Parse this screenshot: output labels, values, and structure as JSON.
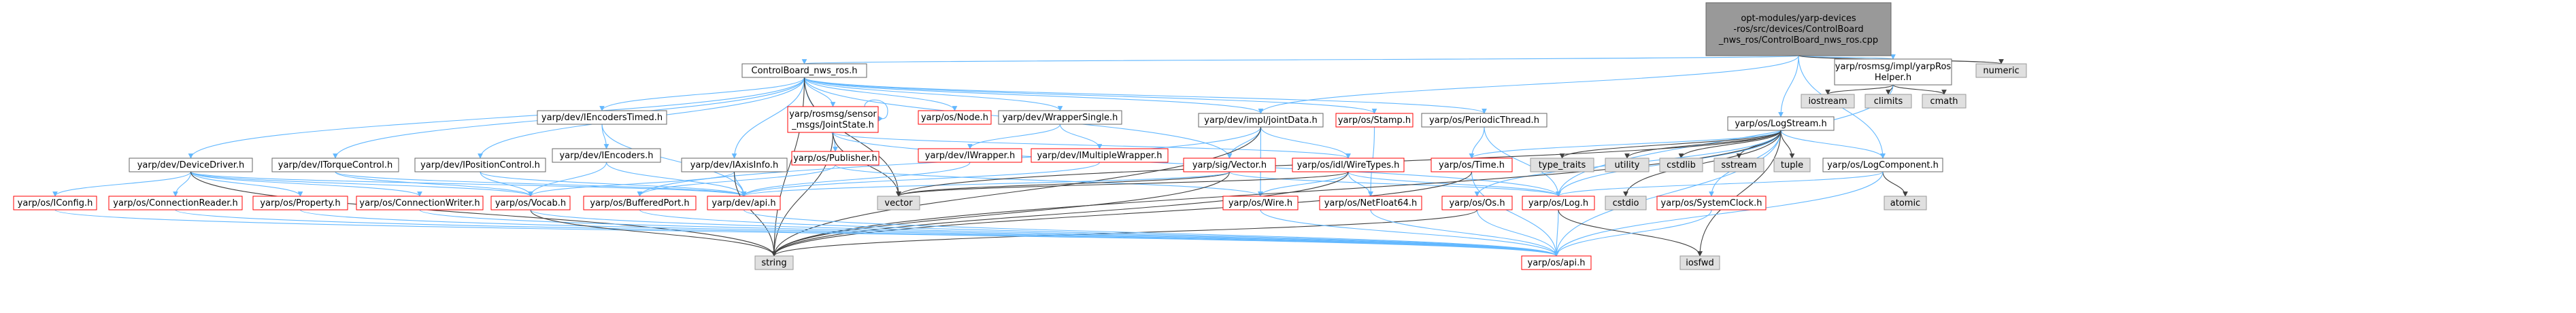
{
  "colors": {
    "root_fill": "#999999",
    "doc_fill": "#ffffff",
    "doc_stroke": "#666666",
    "missing_fill": "#e0e0e0",
    "missing_stroke": "#999999",
    "red_fill": "#ffffff",
    "red_stroke": "#ff0000",
    "edge_blue": "#63b8ff",
    "edge_dark": "#404040"
  },
  "nodes": [
    {
      "id": "root",
      "lines": [
        "opt-modules/yarp-devices",
        "-ros/src/devices/ControlBoard",
        "_nws_ros/ControlBoard_nws_ros.cpp"
      ],
      "style": "root"
    },
    {
      "id": "cb",
      "lines": [
        "ControlBoard_nws_ros.h"
      ],
      "style": "doc"
    },
    {
      "id": "roshelper",
      "lines": [
        "yarp/rosmsg/impl/yarpRos",
        "Helper.h"
      ],
      "style": "doc"
    },
    {
      "id": "numeric",
      "lines": [
        "numeric"
      ],
      "style": "missing"
    },
    {
      "id": "iostream",
      "lines": [
        "iostream"
      ],
      "style": "missing"
    },
    {
      "id": "climits",
      "lines": [
        "climits"
      ],
      "style": "missing"
    },
    {
      "id": "cmath",
      "lines": [
        "cmath"
      ],
      "style": "missing"
    },
    {
      "id": "logstream",
      "lines": [
        "yarp/os/LogStream.h"
      ],
      "style": "doc"
    },
    {
      "id": "jointstate",
      "lines": [
        "yarp/rosmsg/sensor",
        "_msgs/JointState.h"
      ],
      "style": "red"
    },
    {
      "id": "node",
      "lines": [
        "yarp/os/Node.h"
      ],
      "style": "red"
    },
    {
      "id": "wrappersingle",
      "lines": [
        "yarp/dev/WrapperSingle.h"
      ],
      "style": "doc"
    },
    {
      "id": "jointdata",
      "lines": [
        "yarp/dev/impl/jointData.h"
      ],
      "style": "doc"
    },
    {
      "id": "stamp",
      "lines": [
        "yarp/os/Stamp.h"
      ],
      "style": "red"
    },
    {
      "id": "periodic",
      "lines": [
        "yarp/os/PeriodicThread.h"
      ],
      "style": "doc"
    },
    {
      "id": "encodertimed",
      "lines": [
        "yarp/dev/IEncodersTimed.h"
      ],
      "style": "doc"
    },
    {
      "id": "iwrapper",
      "lines": [
        "yarp/dev/IWrapper.h"
      ],
      "style": "red"
    },
    {
      "id": "imultiwrapper",
      "lines": [
        "yarp/dev/IMultipleWrapper.h"
      ],
      "style": "red"
    },
    {
      "id": "publisher",
      "lines": [
        "yarp/os/Publisher.h"
      ],
      "style": "red"
    },
    {
      "id": "devicedriver",
      "lines": [
        "yarp/dev/DeviceDriver.h"
      ],
      "style": "doc"
    },
    {
      "id": "itorque",
      "lines": [
        "yarp/dev/ITorqueControl.h"
      ],
      "style": "doc"
    },
    {
      "id": "iposition",
      "lines": [
        "yarp/dev/IPositionControl.h"
      ],
      "style": "doc"
    },
    {
      "id": "iencoders",
      "lines": [
        "yarp/dev/IEncoders.h"
      ],
      "style": "doc"
    },
    {
      "id": "iaxisinfo",
      "lines": [
        "yarp/dev/IAxisInfo.h"
      ],
      "style": "doc"
    },
    {
      "id": "sigvector",
      "lines": [
        "yarp/sig/Vector.h"
      ],
      "style": "red"
    },
    {
      "id": "wiretypes",
      "lines": [
        "yarp/os/idl/WireTypes.h"
      ],
      "style": "red"
    },
    {
      "id": "ostime",
      "lines": [
        "yarp/os/Time.h"
      ],
      "style": "red"
    },
    {
      "id": "type_traits",
      "lines": [
        "type_traits"
      ],
      "style": "missing"
    },
    {
      "id": "utility",
      "lines": [
        "utility"
      ],
      "style": "missing"
    },
    {
      "id": "cstdlib",
      "lines": [
        "cstdlib"
      ],
      "style": "missing"
    },
    {
      "id": "sstream",
      "lines": [
        "sstream"
      ],
      "style": "missing"
    },
    {
      "id": "tuple",
      "lines": [
        "tuple"
      ],
      "style": "missing"
    },
    {
      "id": "logcomponent",
      "lines": [
        "yarp/os/LogComponent.h"
      ],
      "style": "doc"
    },
    {
      "id": "iconfig",
      "lines": [
        "yarp/os/IConfig.h"
      ],
      "style": "red"
    },
    {
      "id": "connreader",
      "lines": [
        "yarp/os/ConnectionReader.h"
      ],
      "style": "red"
    },
    {
      "id": "property",
      "lines": [
        "yarp/os/Property.h"
      ],
      "style": "red"
    },
    {
      "id": "connwriter",
      "lines": [
        "yarp/os/ConnectionWriter.h"
      ],
      "style": "red"
    },
    {
      "id": "vocab",
      "lines": [
        "yarp/os/Vocab.h"
      ],
      "style": "red"
    },
    {
      "id": "bufferedport",
      "lines": [
        "yarp/os/BufferedPort.h"
      ],
      "style": "red"
    },
    {
      "id": "devapi",
      "lines": [
        "yarp/dev/api.h"
      ],
      "style": "red"
    },
    {
      "id": "vector",
      "lines": [
        "vector"
      ],
      "style": "missing"
    },
    {
      "id": "wire",
      "lines": [
        "yarp/os/Wire.h"
      ],
      "style": "red"
    },
    {
      "id": "netfloat",
      "lines": [
        "yarp/os/NetFloat64.h"
      ],
      "style": "red"
    },
    {
      "id": "oslog",
      "lines": [
        "yarp/os/Log.h"
      ],
      "style": "red"
    },
    {
      "id": "cstdio",
      "lines": [
        "cstdio"
      ],
      "style": "missing"
    },
    {
      "id": "osos",
      "lines": [
        "yarp/os/Os.h"
      ],
      "style": "red"
    },
    {
      "id": "sysclock",
      "lines": [
        "yarp/os/SystemClock.h"
      ],
      "style": "red"
    },
    {
      "id": "atomic",
      "lines": [
        "atomic"
      ],
      "style": "missing"
    },
    {
      "id": "string",
      "lines": [
        "string"
      ],
      "style": "missing"
    },
    {
      "id": "osapi",
      "lines": [
        "yarp/os/api.h"
      ],
      "style": "red"
    },
    {
      "id": "iosfwd",
      "lines": [
        "iosfwd"
      ],
      "style": "missing"
    }
  ],
  "edges": [
    [
      "root",
      "cb"
    ],
    [
      "root",
      "roshelper"
    ],
    [
      "root",
      "numeric"
    ],
    [
      "root",
      "logstream"
    ],
    [
      "root",
      "jointdata"
    ],
    [
      "root",
      "logcomponent"
    ],
    [
      "roshelper",
      "iostream"
    ],
    [
      "roshelper",
      "climits"
    ],
    [
      "roshelper",
      "cmath"
    ],
    [
      "roshelper",
      "oslog"
    ],
    [
      "cb",
      "jointstate"
    ],
    [
      "cb",
      "node"
    ],
    [
      "cb",
      "wrappersingle"
    ],
    [
      "cb",
      "jointdata"
    ],
    [
      "cb",
      "stamp"
    ],
    [
      "cb",
      "periodic"
    ],
    [
      "cb",
      "encodertimed"
    ],
    [
      "cb",
      "publisher"
    ],
    [
      "cb",
      "devicedriver"
    ],
    [
      "cb",
      "itorque"
    ],
    [
      "cb",
      "iposition"
    ],
    [
      "cb",
      "iaxisinfo"
    ],
    [
      "cb",
      "sigvector"
    ],
    [
      "cb",
      "vector"
    ],
    [
      "cb",
      "string"
    ],
    [
      "jointstate",
      "jointstate"
    ],
    [
      "jointstate",
      "wiretypes"
    ],
    [
      "jointstate",
      "vector"
    ],
    [
      "jointstate",
      "string"
    ],
    [
      "jointstate",
      "oslog"
    ],
    [
      "wrappersingle",
      "iwrapper"
    ],
    [
      "wrappersingle",
      "imultiwrapper"
    ],
    [
      "jointdata",
      "sigvector"
    ],
    [
      "jointdata",
      "wiretypes"
    ],
    [
      "jointdata",
      "bufferedport"
    ],
    [
      "jointdata",
      "wire"
    ],
    [
      "jointdata",
      "string"
    ],
    [
      "stamp",
      "netfloat"
    ],
    [
      "periodic",
      "ostime"
    ],
    [
      "periodic",
      "oslog"
    ],
    [
      "encodertimed",
      "iencoders"
    ],
    [
      "encodertimed",
      "devapi"
    ],
    [
      "iwrapper",
      "devapi"
    ],
    [
      "imultiwrapper",
      "devapi"
    ],
    [
      "publisher",
      "bufferedport"
    ],
    [
      "publisher",
      "wire"
    ],
    [
      "devicedriver",
      "iconfig"
    ],
    [
      "devicedriver",
      "connreader"
    ],
    [
      "devicedriver",
      "property"
    ],
    [
      "devicedriver",
      "connwriter"
    ],
    [
      "devicedriver",
      "vocab"
    ],
    [
      "devicedriver",
      "devapi"
    ],
    [
      "devicedriver",
      "string"
    ],
    [
      "itorque",
      "vocab"
    ],
    [
      "itorque",
      "devapi"
    ],
    [
      "iposition",
      "vocab"
    ],
    [
      "iposition",
      "devapi"
    ],
    [
      "iencoders",
      "vocab"
    ],
    [
      "iencoders",
      "devapi"
    ],
    [
      "iaxisinfo",
      "vocab"
    ],
    [
      "iaxisinfo",
      "devapi"
    ],
    [
      "iaxisinfo",
      "string"
    ],
    [
      "sigvector",
      "vector"
    ],
    [
      "sigvector",
      "string"
    ],
    [
      "sigvector",
      "oslog"
    ],
    [
      "sigvector",
      "devapi"
    ],
    [
      "wiretypes",
      "wire"
    ],
    [
      "wiretypes",
      "netfloat"
    ],
    [
      "wiretypes",
      "oslog"
    ],
    [
      "wiretypes",
      "string"
    ],
    [
      "wiretypes",
      "vector"
    ],
    [
      "logstream",
      "type_traits"
    ],
    [
      "logstream",
      "utility"
    ],
    [
      "logstream",
      "cstdlib"
    ],
    [
      "logstream",
      "sstream"
    ],
    [
      "logstream",
      "tuple"
    ],
    [
      "logstream",
      "logcomponent"
    ],
    [
      "logstream",
      "ostime"
    ],
    [
      "logstream",
      "oslog"
    ],
    [
      "logstream",
      "osos"
    ],
    [
      "logstream",
      "sysclock"
    ],
    [
      "logstream",
      "cstdio"
    ],
    [
      "logstream",
      "string"
    ],
    [
      "logstream",
      "osapi"
    ],
    [
      "logstream",
      "iosfwd"
    ],
    [
      "logstream",
      "vector"
    ],
    [
      "logcomponent",
      "atomic"
    ],
    [
      "logcomponent",
      "oslog"
    ],
    [
      "logcomponent",
      "osapi"
    ],
    [
      "ostime",
      "osapi"
    ],
    [
      "ostime",
      "string"
    ],
    [
      "oslog",
      "osapi"
    ],
    [
      "oslog",
      "iosfwd"
    ],
    [
      "osos",
      "osapi"
    ],
    [
      "osos",
      "string"
    ],
    [
      "sysclock",
      "osapi"
    ],
    [
      "netfloat",
      "osapi"
    ],
    [
      "iconfig",
      "osapi"
    ],
    [
      "connreader",
      "osapi"
    ],
    [
      "property",
      "osapi"
    ],
    [
      "connwriter",
      "osapi"
    ],
    [
      "vocab",
      "string"
    ],
    [
      "vocab",
      "osapi"
    ],
    [
      "bufferedport",
      "osapi"
    ],
    [
      "wire",
      "osapi"
    ],
    [
      "devapi",
      "osapi"
    ]
  ]
}
